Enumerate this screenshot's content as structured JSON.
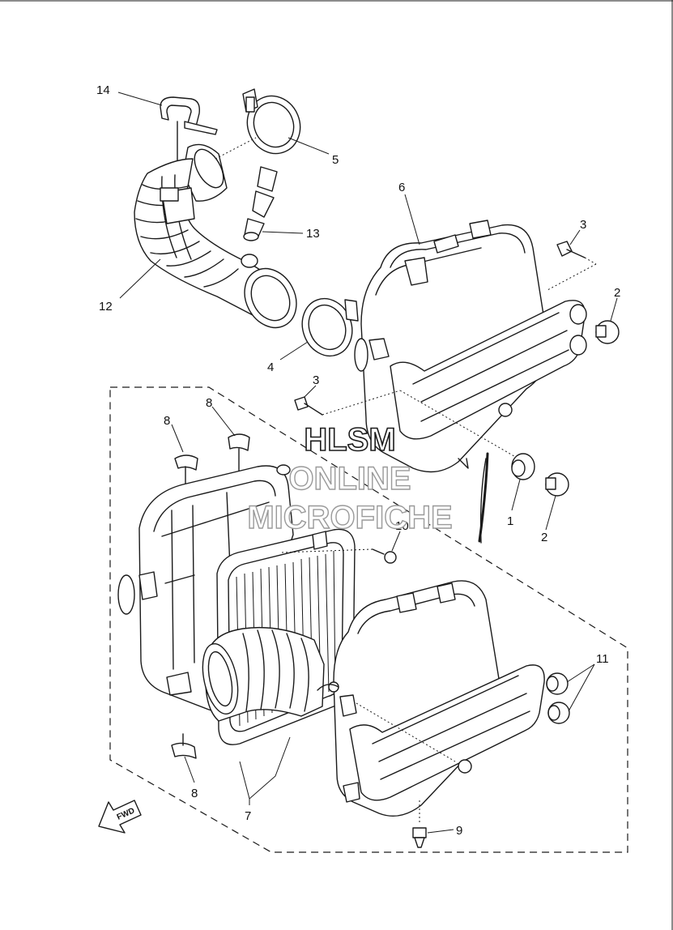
{
  "diagram": {
    "callouts": [
      {
        "id": "c14",
        "text": "14"
      },
      {
        "id": "c5",
        "text": "5"
      },
      {
        "id": "c6",
        "text": "6"
      },
      {
        "id": "c3a",
        "text": "3"
      },
      {
        "id": "c13",
        "text": "13"
      },
      {
        "id": "c2a",
        "text": "2"
      },
      {
        "id": "c12",
        "text": "12"
      },
      {
        "id": "c4",
        "text": "4"
      },
      {
        "id": "c3b",
        "text": "3"
      },
      {
        "id": "c8a",
        "text": "8"
      },
      {
        "id": "c8b",
        "text": "8"
      },
      {
        "id": "c1",
        "text": "1"
      },
      {
        "id": "c2b",
        "text": "2"
      },
      {
        "id": "c10",
        "text": "10"
      },
      {
        "id": "c11",
        "text": "11"
      },
      {
        "id": "c8c",
        "text": "8"
      },
      {
        "id": "c7",
        "text": "7"
      },
      {
        "id": "c9",
        "text": "9"
      }
    ],
    "direction_label": "FWD",
    "watermark": [
      "HLSM",
      "ONLINE",
      "MICROFICHE"
    ]
  }
}
